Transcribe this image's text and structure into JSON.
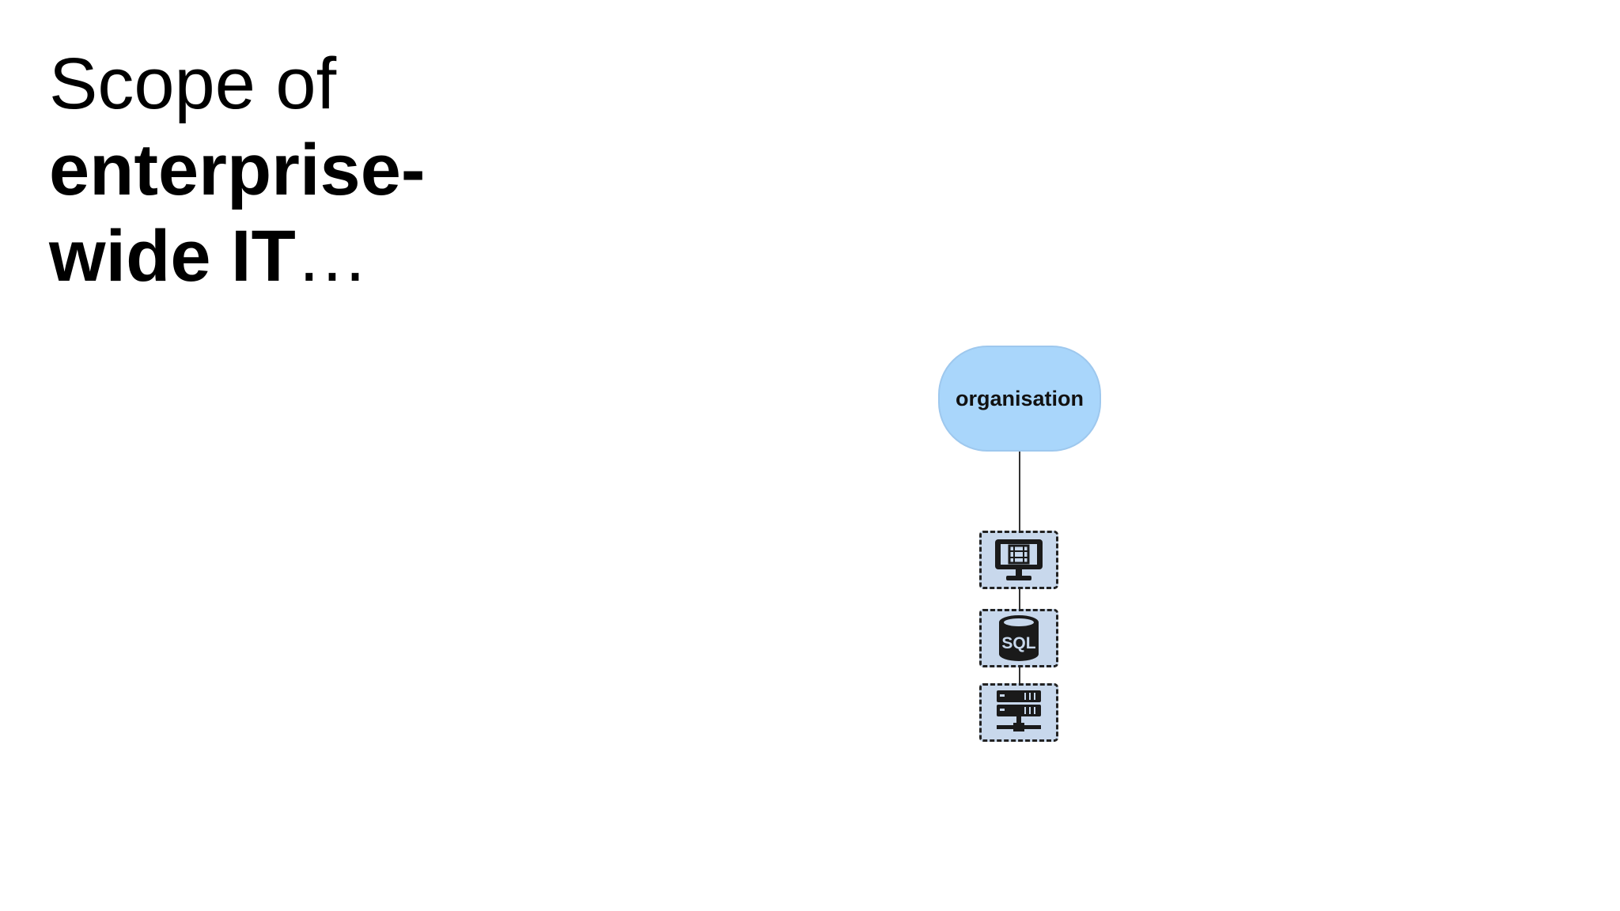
{
  "slide": {
    "title_line1_regular": "Scope of",
    "title_line2_bold": "enterprise-",
    "title_line3_bold": "wide IT",
    "title_line3_regular": "…"
  },
  "diagram": {
    "root_node": {
      "label": "organisation",
      "color": "#a9d6fb"
    },
    "layers": [
      {
        "icon": "monitor-app-icon"
      },
      {
        "icon": "sql-database-icon",
        "text": "SQL"
      },
      {
        "icon": "server-network-icon"
      }
    ],
    "layer_color": "#c8d8ec"
  }
}
